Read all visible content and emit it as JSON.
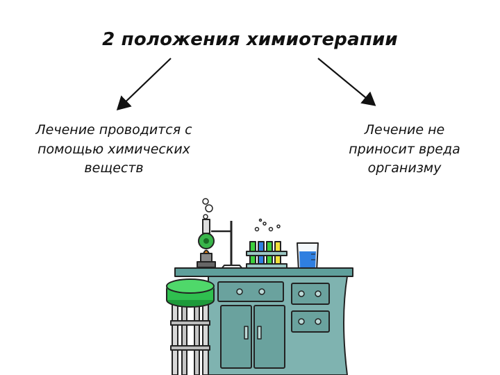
{
  "title": "2 положения химиотерапии",
  "branches": [
    {
      "text": "Лечение проводится с помощью химических веществ"
    },
    {
      "text": "Лечение не приносит вреда организму"
    }
  ],
  "illustration": {
    "subject": "chemistry-lab-bench",
    "colors": {
      "bench": "#7fb3b0",
      "bench_top": "#5f9f9b",
      "stool_seat": "#2fbf4f",
      "liquid_green": "#3ccf3c",
      "liquid_blue": "#2f7fe0",
      "liquid_yellow": "#f2e23a",
      "flask_green": "#39b54a",
      "flame": "#f08a1c"
    }
  }
}
